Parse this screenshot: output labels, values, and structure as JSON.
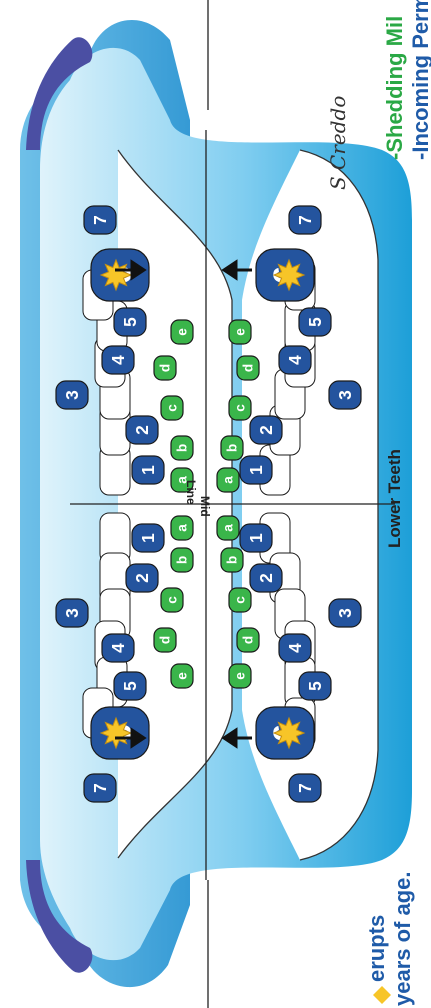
{
  "colors": {
    "permanent_tooth": "#24549e",
    "primary_tooth": "#3ab54a",
    "crown_star": "#f7c528",
    "gum_light": "#dff3fb",
    "gum_dark": "#29a8dc",
    "caption_green": "#2aa845",
    "caption_blue": "#1f5ba8"
  },
  "labels": {
    "mid_line_1": "Mid",
    "mid_line_2": "Line",
    "lower_teeth": "Lower Teeth",
    "signature": "S Creddo",
    "caption_green": "-Shedding Mil",
    "caption_blue": "-Incoming Perman",
    "footnote_1": "erupts",
    "footnote_2": "years of age."
  },
  "upper": {
    "permanent_left": [
      "1",
      "2",
      "3",
      "4",
      "5",
      "6",
      "7"
    ],
    "permanent_right": [
      "1",
      "2",
      "3",
      "4",
      "5",
      "6",
      "7"
    ],
    "primary_left": [
      "a",
      "b",
      "c",
      "d",
      "e"
    ],
    "primary_right": [
      "a",
      "b",
      "c",
      "d",
      "e"
    ]
  },
  "lower": {
    "permanent_left": [
      "1",
      "2",
      "3",
      "4",
      "5",
      "6",
      "7"
    ],
    "permanent_right": [
      "1",
      "2",
      "3",
      "4",
      "5",
      "6",
      "7"
    ],
    "primary_left": [
      "a",
      "b",
      "c",
      "d",
      "e"
    ],
    "primary_right": [
      "a",
      "b",
      "c",
      "d",
      "e"
    ]
  },
  "icons": [
    "arrow-icon",
    "crown-star-icon"
  ]
}
